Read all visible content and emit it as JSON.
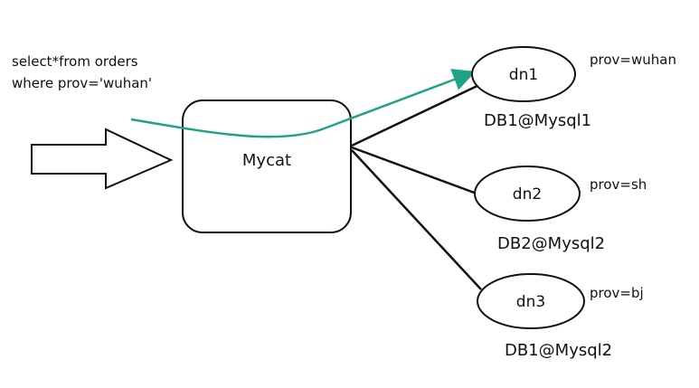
{
  "query": {
    "line1": "select*from orders",
    "line2": "where prov='wuhan'"
  },
  "mycat": {
    "label": "Mycat"
  },
  "nodes": [
    {
      "label": "dn1",
      "prov": "prov=wuhan",
      "db": "DB1@Mysql1"
    },
    {
      "label": "dn2",
      "prov": "prov=sh",
      "db": "DB2@Mysql2"
    },
    {
      "label": "dn3",
      "prov": "prov=bj",
      "db": "DB1@Mysql2"
    }
  ],
  "colors": {
    "route": "#1fa384",
    "stroke": "#111111",
    "background": "#ffffff"
  }
}
